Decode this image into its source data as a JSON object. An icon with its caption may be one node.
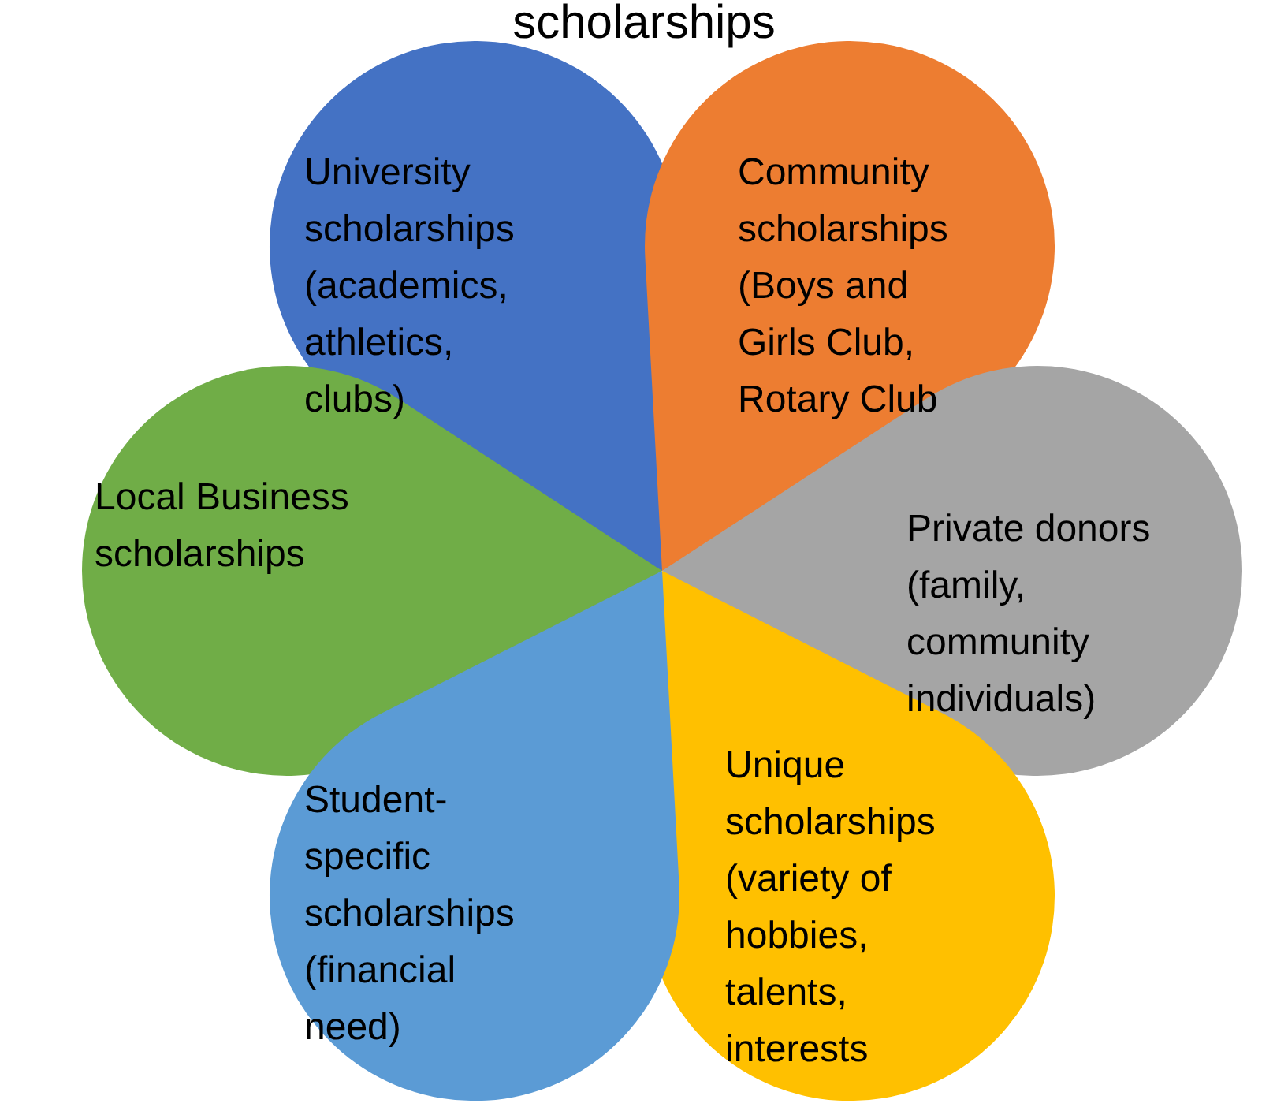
{
  "diagram": {
    "title": "scholarships",
    "nodes": [
      {
        "text": [
          "University scholarships (academics, athletics, clubs)"
        ]
      },
      {
        "text": [
          "Community scholarships (Boys and Girls Club, Rotary Club"
        ]
      },
      {
        "text": [
          "Local Business scholarships"
        ]
      },
      {
        "text": [
          "Private donors (family, community individuals)"
        ]
      },
      {
        "text": [
          "Unique scholarships (variety of hobbies, talents, interests"
        ]
      },
      {
        "text": [
          "Student-specific scholarships (financial need)"
        ]
      }
    ]
  }
}
